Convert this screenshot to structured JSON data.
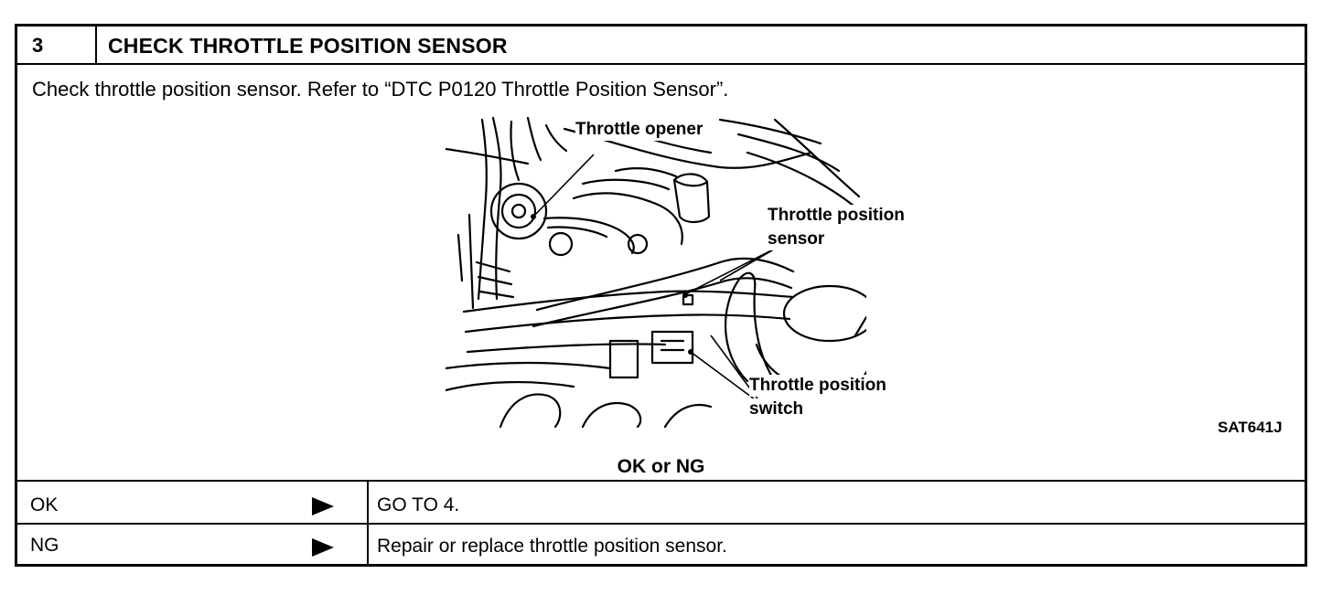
{
  "step": {
    "number": "3",
    "title": "CHECK THROTTLE POSITION SENSOR"
  },
  "instruction": "Check throttle position sensor. Refer to “DTC P0120 Throttle Position Sensor”.",
  "figure": {
    "labels": {
      "throttle_opener": "Throttle opener",
      "tp_sensor_line1": "Throttle position",
      "tp_sensor_line2": "sensor",
      "tp_switch_line1": "Throttle position",
      "tp_switch_line2": "switch"
    },
    "code": "SAT641J"
  },
  "result_heading": "OK or NG",
  "results": [
    {
      "label": "OK",
      "action": "GO TO 4."
    },
    {
      "label": "NG",
      "action": "Repair or replace throttle position sensor."
    }
  ]
}
